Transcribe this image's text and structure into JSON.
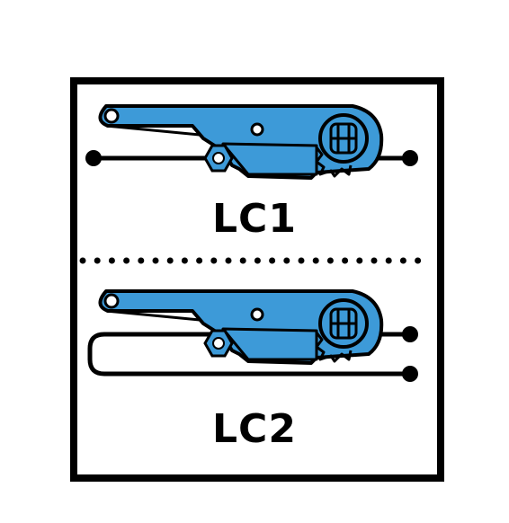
{
  "labels": {
    "lc1": "LC1",
    "lc2": "LC2"
  },
  "colors": {
    "ratchet": "#3d9ad8",
    "outline": "#000000",
    "background": "#ffffff"
  },
  "icons": {
    "ratchet": "ratchet-buckle-icon",
    "divider": "dotted-divider"
  }
}
